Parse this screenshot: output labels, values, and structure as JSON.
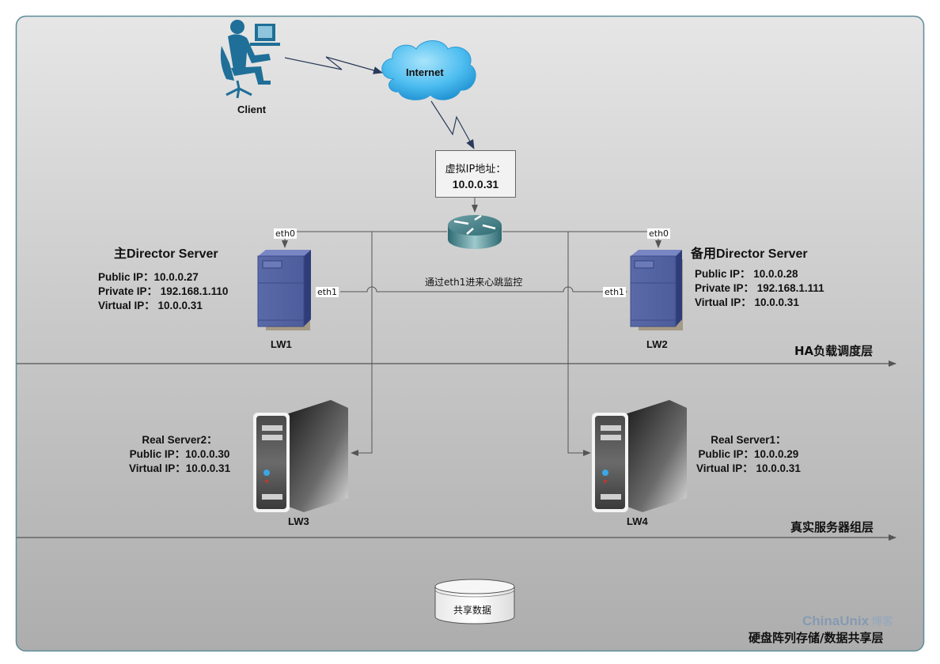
{
  "diagram": {
    "client": {
      "label": "Client"
    },
    "internet": {
      "label": "Internet"
    },
    "virtual_ip_box": {
      "title": "虚拟IP地址：",
      "ip": "10.0.0.31"
    },
    "heartbeat_label": "通过eth1进来心跳监控",
    "master_director": {
      "title": "主Director Server",
      "name": "LW1",
      "lines": [
        "Public  IP：10.0.0.27",
        "Private  IP：  192.168.1.110",
        "Virtual  IP：  10.0.0.31"
      ],
      "eth0": "eth0",
      "eth1": "eth1"
    },
    "backup_director": {
      "title": "备用Director Server",
      "name": "LW2",
      "lines": [
        "Public  IP：  10.0.0.28",
        "Private IP：  192.168.1.111",
        "Virtual IP：  10.0.0.31"
      ],
      "eth0": "eth0",
      "eth1": "eth1"
    },
    "real_server2": {
      "name": "LW3",
      "lines": [
        "Real Server2：",
        "Public  IP：10.0.0.30",
        "Virtual IP：10.0.0.31"
      ]
    },
    "real_server1": {
      "name": "LW4",
      "lines": [
        "Real Server1：",
        "Public  IP：10.0.0.29",
        "Virtual IP：  10.0.0.31"
      ]
    },
    "shared_storage": {
      "label": "共享数据"
    },
    "layers": {
      "ha": "HA负载调度层",
      "real": "真实服务器组层",
      "storage": "硬盘阵列存储/数据共享层"
    },
    "watermark": {
      "brand": "ChinaUnix",
      "suffix": "博客"
    }
  }
}
